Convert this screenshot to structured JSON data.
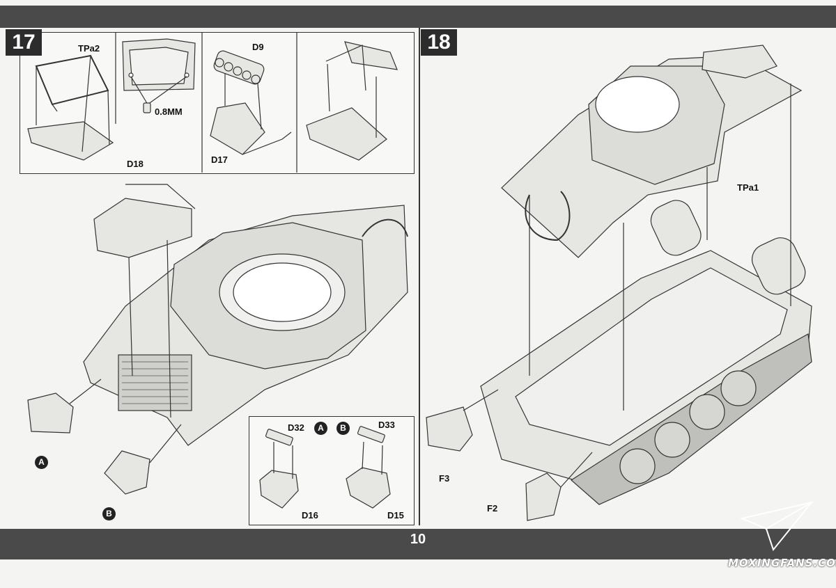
{
  "page_number": "10",
  "watermark": "MOXINGFANS.COM",
  "steps": [
    {
      "number": "17",
      "sub_boxes": [
        {
          "labels": [
            "TPa2",
            "D18"
          ]
        },
        {
          "labels": [
            "0.8MM"
          ]
        },
        {
          "labels": [
            "D9",
            "D17"
          ]
        },
        {
          "labels": []
        }
      ],
      "callouts": [
        "A",
        "B"
      ],
      "detail_boxes": [
        {
          "circle": "A",
          "labels": [
            "D32",
            "D16"
          ]
        },
        {
          "circle": "B",
          "labels": [
            "D33",
            "D15"
          ]
        }
      ]
    },
    {
      "number": "18",
      "labels": [
        "TPa1",
        "F3",
        "F2"
      ]
    }
  ],
  "colors": {
    "band": "#4a4a4a",
    "step_box": "#2c2c2c",
    "paper": "#f4f4f2",
    "part_fill": "#e6e6e3",
    "line": "#333333"
  }
}
